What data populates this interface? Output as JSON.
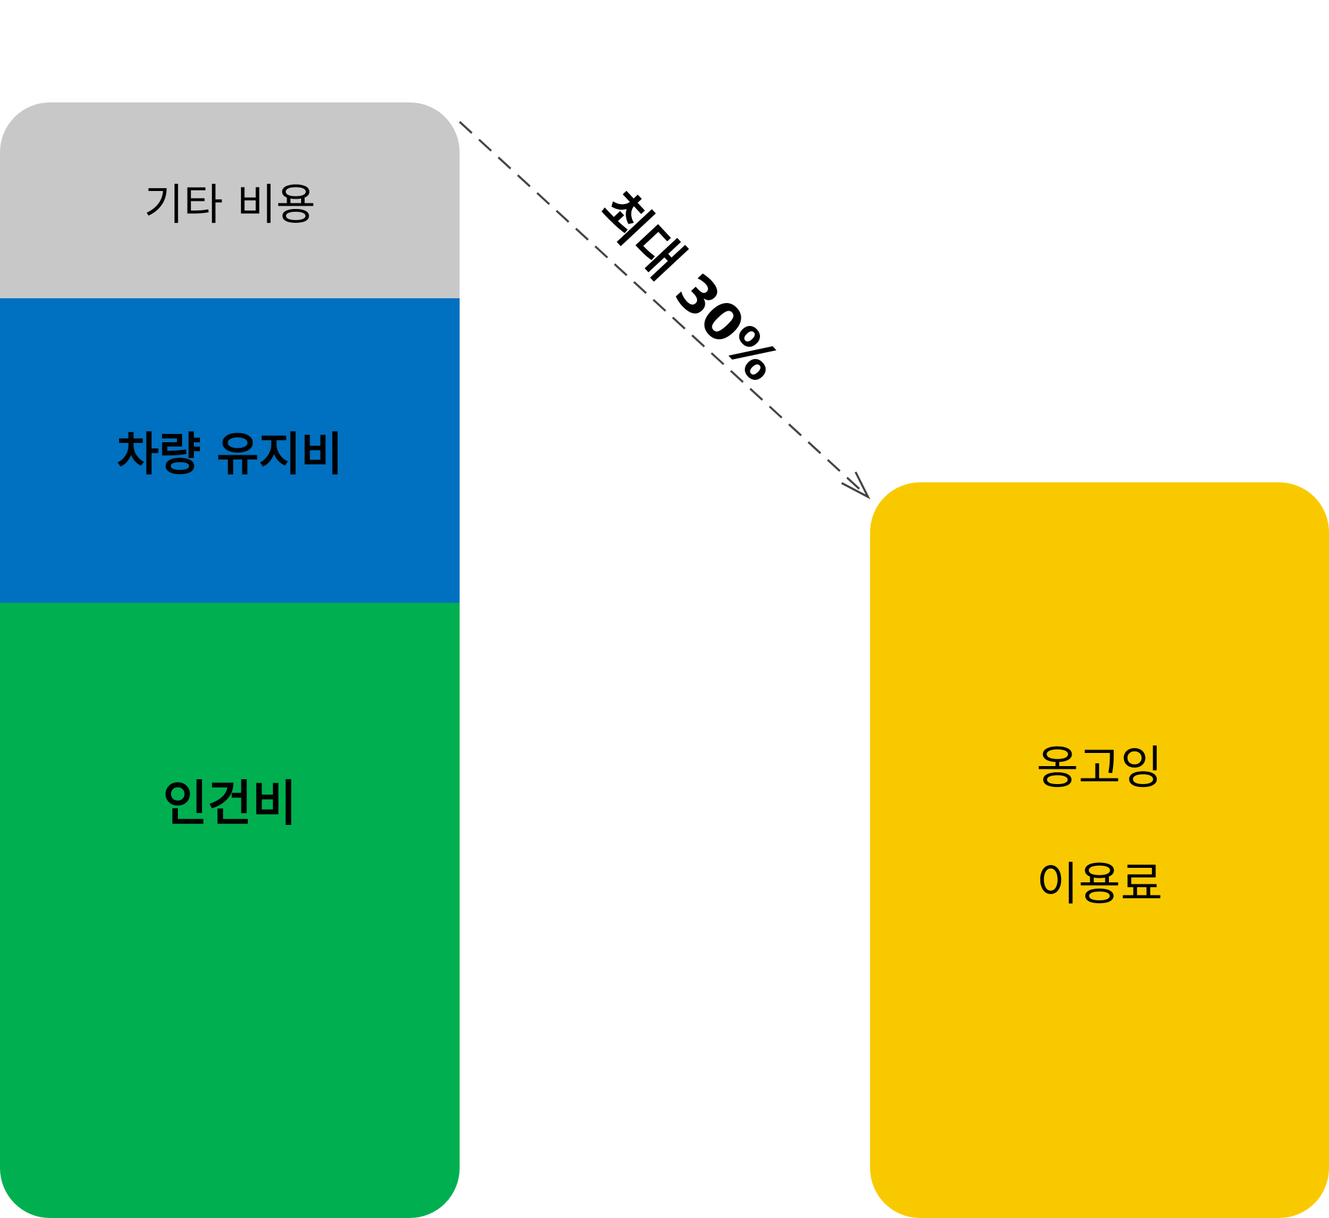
{
  "left_stack": {
    "other_costs": "기타 비용",
    "vehicle_maintenance": "차량 유지비",
    "labor_costs": "인건비"
  },
  "right_bar": {
    "line1": "옹고잉",
    "line2": "이용료"
  },
  "reduction_label": "최대 30%",
  "colors": {
    "other_costs": "#c8c8c8",
    "vehicle_maintenance": "#0070c0",
    "labor_costs": "#00b050",
    "gogoing_fee": "#f9c900",
    "arrow": "#444444"
  }
}
